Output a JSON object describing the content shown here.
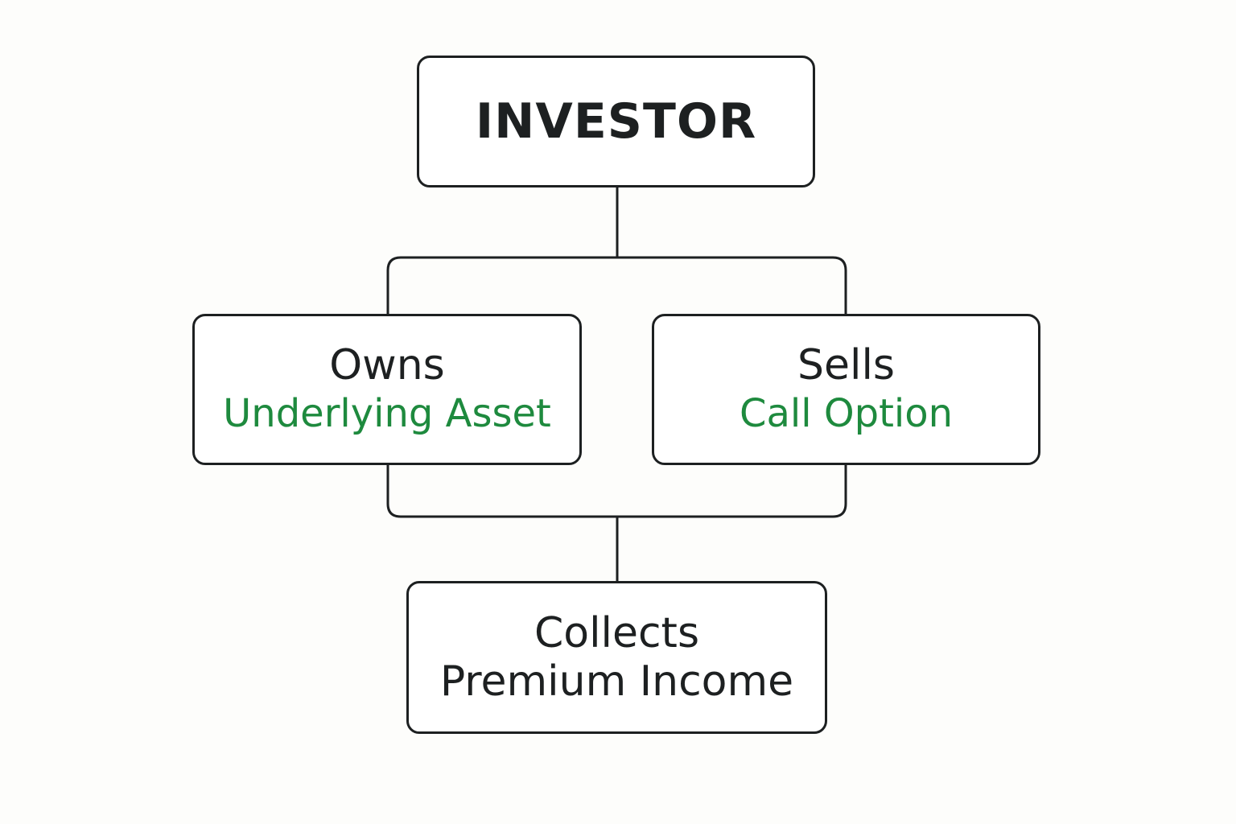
{
  "colors": {
    "text": "#1d2021",
    "accent_green": "#1e8a3e",
    "stroke": "#1d2021",
    "background": "#fdfdfb"
  },
  "nodes": {
    "investor": {
      "label": "INVESTOR"
    },
    "owns": {
      "action": "Owns",
      "object": "Underlying Asset"
    },
    "sells": {
      "action": "Sells",
      "object": "Call Option"
    },
    "collects": {
      "line1": "Collects",
      "line2": "Premium Income"
    }
  }
}
